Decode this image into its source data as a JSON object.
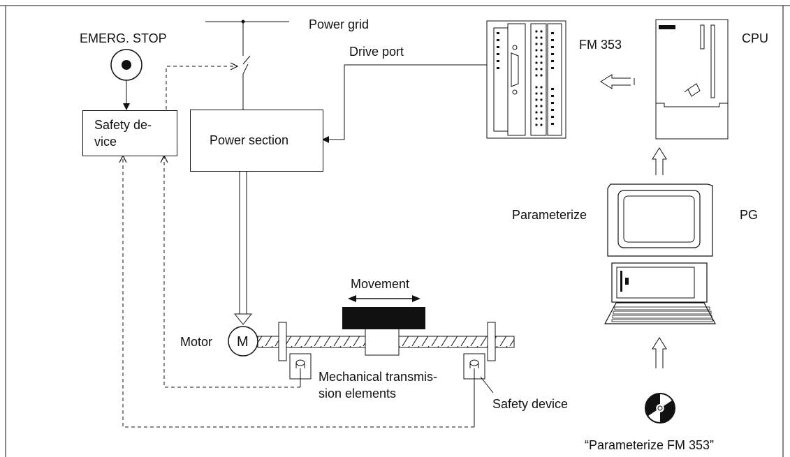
{
  "labels": {
    "emergency_stop": "EMERG. STOP",
    "power_grid": "Power grid",
    "drive_port": "Drive port",
    "fm353": "FM 353",
    "cpu": "CPU",
    "safety_device_box": "Safety de-\nvice",
    "power_section": "Power section",
    "parameterize": "Parameterize",
    "pg": "PG",
    "movement": "Movement",
    "motor": "Motor",
    "motor_symbol": "M",
    "mechanical_transmission": "Mechanical transmis-\nsion elements",
    "safety_device": "Safety device",
    "software_cd": "“Parameterize FM 353”"
  }
}
